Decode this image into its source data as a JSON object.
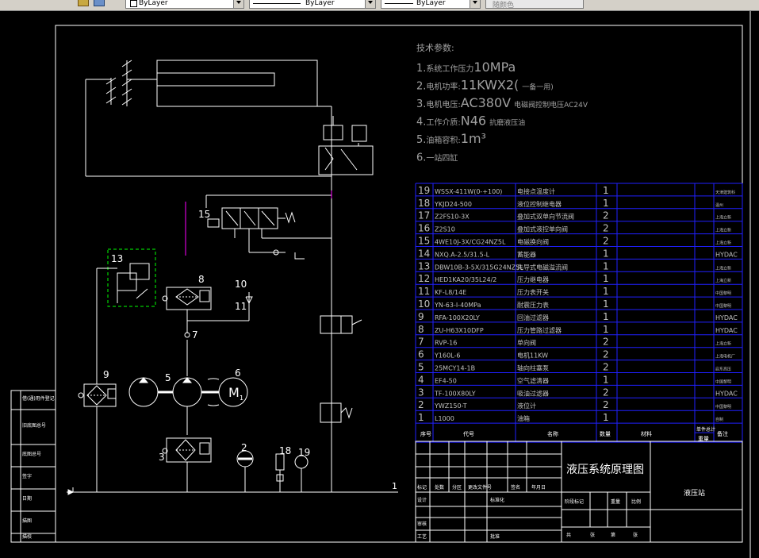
{
  "toolbar": {
    "color_combo": "ByLayer",
    "linetype_combo": "ByLayer",
    "lineweight_combo": "ByLayer",
    "plotstyle_combo": "随颜色"
  },
  "tech": {
    "title": "技术参数:",
    "lines": [
      {
        "n": "1.",
        "label": "系统工作压力",
        "value": "10MPa",
        "note": ""
      },
      {
        "n": "2.",
        "label": "电机功率:",
        "value": "11KWX2(",
        "note": "一备一用)"
      },
      {
        "n": "3.",
        "label": "电机电压:",
        "value": "AC380V",
        "note": "电磁阀控制电压AC24V"
      },
      {
        "n": "4.",
        "label": "工作介质:",
        "value": "N46",
        "note": "抗磨液压油"
      },
      {
        "n": "5.",
        "label": "油箱容积:",
        "value": "1m³",
        "note": ""
      },
      {
        "n": "6.",
        "label": "一站四缸",
        "value": "",
        "note": ""
      }
    ]
  },
  "bom": {
    "rows": [
      {
        "no": "19",
        "code": "WSSX-411W(0-+100)",
        "name": "电接点温度计",
        "qty": "1",
        "maker": "天津建筑科"
      },
      {
        "no": "18",
        "code": "YKJD24-500",
        "name": "液位控制继电器",
        "qty": "1",
        "maker": "温州"
      },
      {
        "no": "17",
        "code": "Z2FS10-3X",
        "name": "叠加式双单向节流阀",
        "qty": "2",
        "maker": "上海立新"
      },
      {
        "no": "16",
        "code": "Z2S10",
        "name": "叠加式液控单向阀",
        "qty": "2",
        "maker": "上海立新"
      },
      {
        "no": "15",
        "code": "4WE10J-3X/CG24NZ5L",
        "name": "电磁换向阀",
        "qty": "2",
        "maker": "上海立新"
      },
      {
        "no": "14",
        "code": "NXQ.A-2.5/31.5-L",
        "name": "蓄能器",
        "qty": "1",
        "maker": "HYDAC"
      },
      {
        "no": "13",
        "code": "DBW10B-3-5X/315G24NZ5L",
        "name": "先导式电磁溢流阀",
        "qty": "1",
        "maker": "上海立新"
      },
      {
        "no": "12",
        "code": "HED1KA20/35L24/2",
        "name": "压力继电器",
        "qty": "1",
        "maker": "上海立新"
      },
      {
        "no": "11",
        "code": "KF-L8/14E",
        "name": "压力表开关",
        "qty": "1",
        "maker": "中国黎明"
      },
      {
        "no": "10",
        "code": "YN-63-I-40MPa",
        "name": "耐震压力表",
        "qty": "1",
        "maker": "中国黎明"
      },
      {
        "no": "9",
        "code": "RFA-100X20LY",
        "name": "回油过滤器",
        "qty": "1",
        "maker": "HYDAC"
      },
      {
        "no": "8",
        "code": "ZU-H63X10DFP",
        "name": "压力管路过滤器",
        "qty": "1",
        "maker": "HYDAC"
      },
      {
        "no": "7",
        "code": "RVP-16",
        "name": "单向阀",
        "qty": "2",
        "maker": "上海立新"
      },
      {
        "no": "6",
        "code": "Y160L-6",
        "name": "电机11KW",
        "qty": "2",
        "maker": "上海电机厂"
      },
      {
        "no": "5",
        "code": "25MCY14-1B",
        "name": "轴向柱塞泵",
        "qty": "2",
        "maker": "启东高压"
      },
      {
        "no": "4",
        "code": "EF4-50",
        "name": "空气滤清器",
        "qty": "1",
        "maker": "中国黎明"
      },
      {
        "no": "3",
        "code": "TF-100X80LY",
        "name": "吸油过滤器",
        "qty": "2",
        "maker": "HYDAC"
      },
      {
        "no": "2",
        "code": "YWZ150-T",
        "name": "液位计",
        "qty": "2",
        "maker": "中国黎明"
      },
      {
        "no": "1",
        "code": "L1000",
        "name": "油箱",
        "qty": "1",
        "maker": "自制"
      }
    ],
    "header": {
      "no": "序号",
      "code": "代号",
      "name": "名称",
      "qty": "数量",
      "material": "材料",
      "unit": "单件",
      "total": "总计",
      "weight": "重量",
      "remark": "备注"
    }
  },
  "titleblock": {
    "drawing_title": "液压系统原理图",
    "product_name": "液压站",
    "mark": "标记",
    "count": "处数",
    "zone": "分区",
    "change_doc": "更改文件号",
    "signature": "签名",
    "date": "年月日",
    "designer": "设计",
    "standardization": "标准化",
    "stage_mark": "阶段标记",
    "weight": "重量",
    "scale": "比例",
    "reviewer": "审核",
    "process": "工艺",
    "approve": "批准",
    "sheets_total": "共",
    "sheet_unit": "张",
    "sheet_no": "第",
    "sheet_unit2": "张"
  },
  "left_strip": [
    "借(通)用件登记",
    "旧底图总号",
    "底图总号",
    "签字",
    "日期",
    "描图",
    "描校"
  ],
  "components": {
    "labels": [
      "15",
      "13",
      "8",
      "10",
      "11",
      "7",
      "9",
      "5",
      "6",
      "3",
      "2",
      "18",
      "19"
    ],
    "motor_label": "M",
    "motor_subscript": "1",
    "tank_no": "1"
  }
}
